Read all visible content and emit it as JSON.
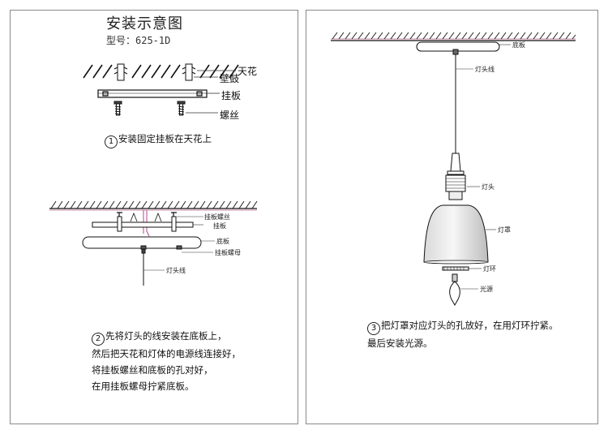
{
  "left_panel": {
    "title": "安装示意图",
    "model": "型号：625-1D",
    "figure1": {
      "ceiling_label": "天花",
      "anchor_label": "壁鼓",
      "plate_label": "挂板",
      "screw_label": "螺丝"
    },
    "step1": {
      "number": "1",
      "text": "安装固定挂板在天花上"
    },
    "figure2": {
      "plate_screw_label": "挂板螺丝",
      "plate_label": "挂板",
      "base_label": "底板",
      "plate_nut_label": "挂板螺母",
      "wire_label": "灯头线"
    },
    "step2": {
      "number": "2",
      "lines": [
        "先将灯头的线安装在底板上，",
        "然后把天花和灯体的电源线连接好，",
        "将挂板螺丝和底板的孔对好，",
        "在用挂板螺母拧紧底板。"
      ]
    }
  },
  "right_panel": {
    "figure3": {
      "base_label": "底板",
      "wire_label": "灯头线",
      "lamp_holder_label": "灯头",
      "shade_label": "灯罩",
      "ring_label": "灯环",
      "bulb_label": "光源"
    },
    "step3": {
      "number": "3",
      "lines": [
        "把灯罩对应灯头的孔放好，在用灯环拧紧。",
        "最后安装光源。"
      ]
    }
  }
}
